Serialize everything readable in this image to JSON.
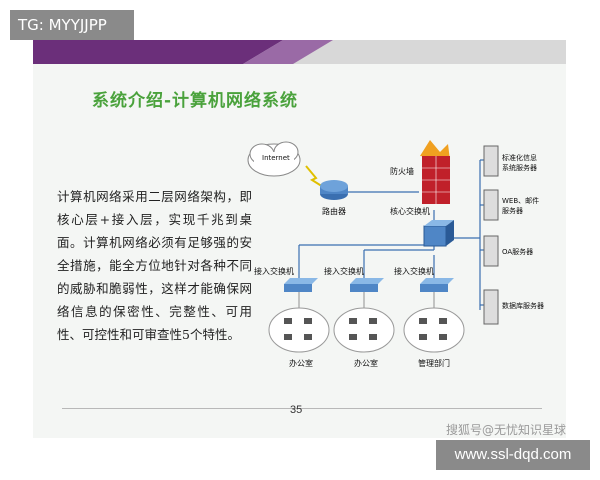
{
  "tag": "TG: MYYJJPP",
  "slide": {
    "title": "系统介绍-计算机网络系统",
    "body": "计算机网络采用二层网络架构，即核心层+接入层，实现千兆到桌面。计算机网络必须有足够强的安全措施，能全方位地针对各种不同的威胁和脆弱性，这样才能确保网络信息的保密性、完整性、可用性、可控性和可审查性5个特性。",
    "page_number": "35"
  },
  "diagram": {
    "internet": "Internet",
    "firewall": "防火墙",
    "router": "路由器",
    "core_switch": "核心交换机",
    "access_switches": [
      "接入交换机",
      "接入交换机",
      "接入交换机"
    ],
    "servers": [
      "标准化信息系统服务器",
      "WEB、邮件服务器",
      "OA服务器",
      "数据库服务器"
    ],
    "server_lines": [
      [
        "标准化信息",
        "系统服务器"
      ],
      [
        "WEB、邮件",
        "服务器"
      ],
      [
        "OA服务器"
      ],
      [
        "数据库服务器"
      ]
    ],
    "groups": [
      "办公室",
      "办公室",
      "管理部门"
    ]
  },
  "watermark": "搜狐号@无忧知识星球",
  "site": "www.ssl-dqd.com",
  "colors": {
    "title": "#4aa23c",
    "band_purple": "#6b2f7a",
    "band_gray": "#cfcfcf",
    "link_blue": "#3a6fb0",
    "firewall_red": "#c0202a"
  }
}
